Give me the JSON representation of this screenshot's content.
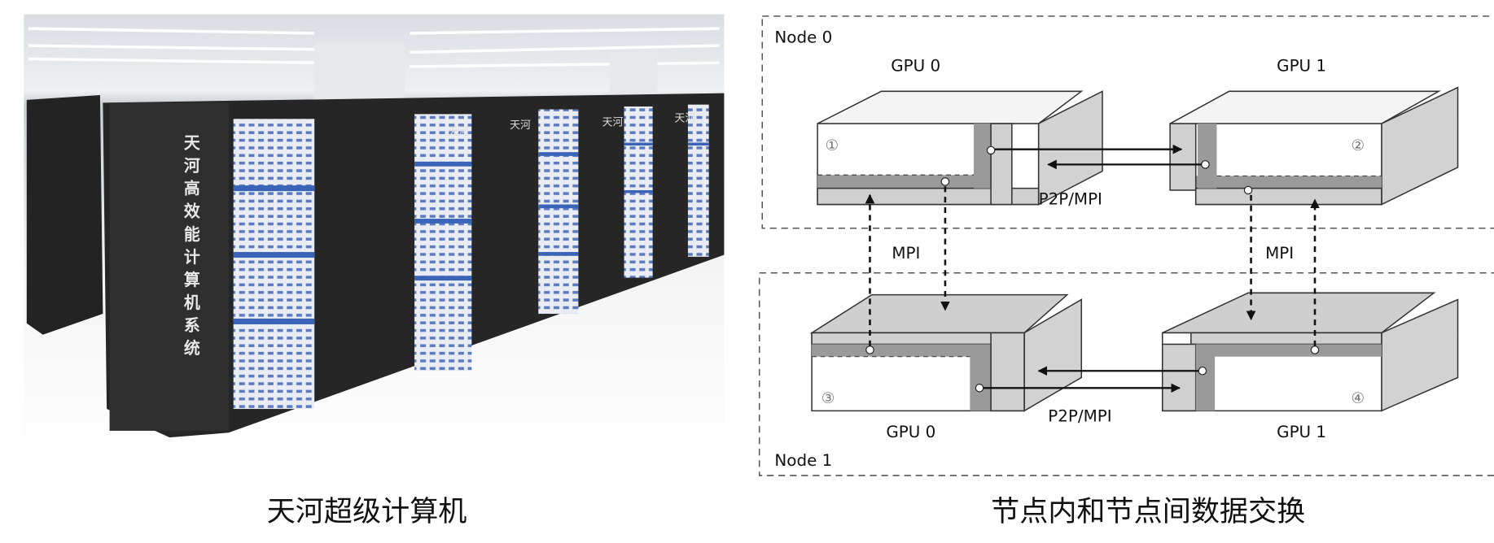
{
  "left_panel": {
    "caption": "天河超级计算机",
    "rack_vertical_text": [
      "天",
      "河",
      "高",
      "效",
      "能",
      "计",
      "算",
      "机",
      "系",
      "统"
    ],
    "rack_label": "天河"
  },
  "right_panel": {
    "caption": "节点内和节点间数据交换",
    "node0": {
      "label": "Node 0",
      "gpu0": "GPU 0",
      "gpu1": "GPU 1",
      "link": "P2P/MPI",
      "num_gpu0": "①",
      "num_gpu1": "②"
    },
    "node1": {
      "label": "Node 1",
      "gpu0": "GPU 0",
      "gpu1": "GPU 1",
      "link": "P2P/MPI",
      "num_gpu0": "③",
      "num_gpu1": "④"
    },
    "inter_left": "MPI",
    "inter_right": "MPI"
  }
}
